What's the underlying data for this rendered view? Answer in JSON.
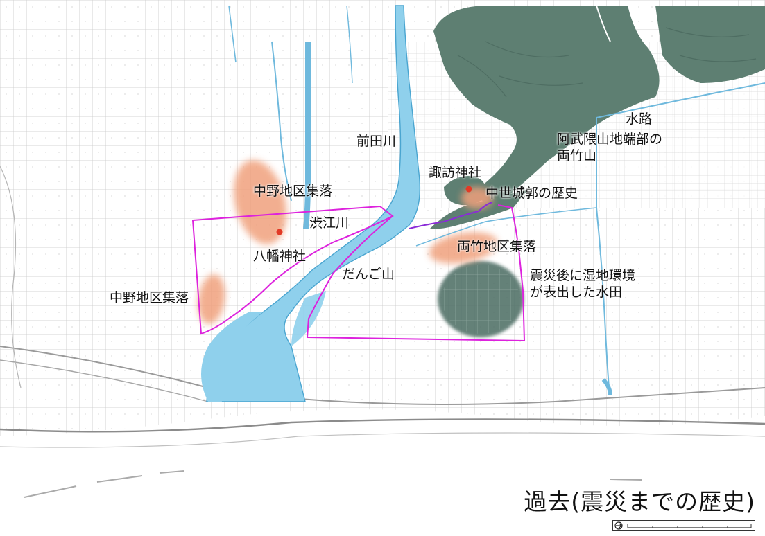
{
  "title": "過去(震災までの歴史)",
  "labels": {
    "waterway": "水路",
    "abukuma_mountain": "阿武隈山地端部の\n両竹山",
    "maeda_river": "前田川",
    "suwa_shrine": "諏訪神社",
    "castle_history": "中世城郭の歴史",
    "nakano_settlement_north": "中野地区集落",
    "shibue_river": "渋江川",
    "hachiman_shrine": "八幡神社",
    "morotake_settlement": "両竹地区集落",
    "dango_mountain": "だんご山",
    "wetland_field": "震災後に湿地環境\nが表出した水田",
    "nakano_settlement_south": "中野地区集落"
  },
  "colors": {
    "river": "#8fd0ec",
    "river_stroke": "#4aa5d0",
    "forest": "#5e7f72",
    "settlement": "#f0a07c",
    "boundary": "#dd22dd",
    "shrine": "#e23a26",
    "paddy": "#4f6f66"
  }
}
